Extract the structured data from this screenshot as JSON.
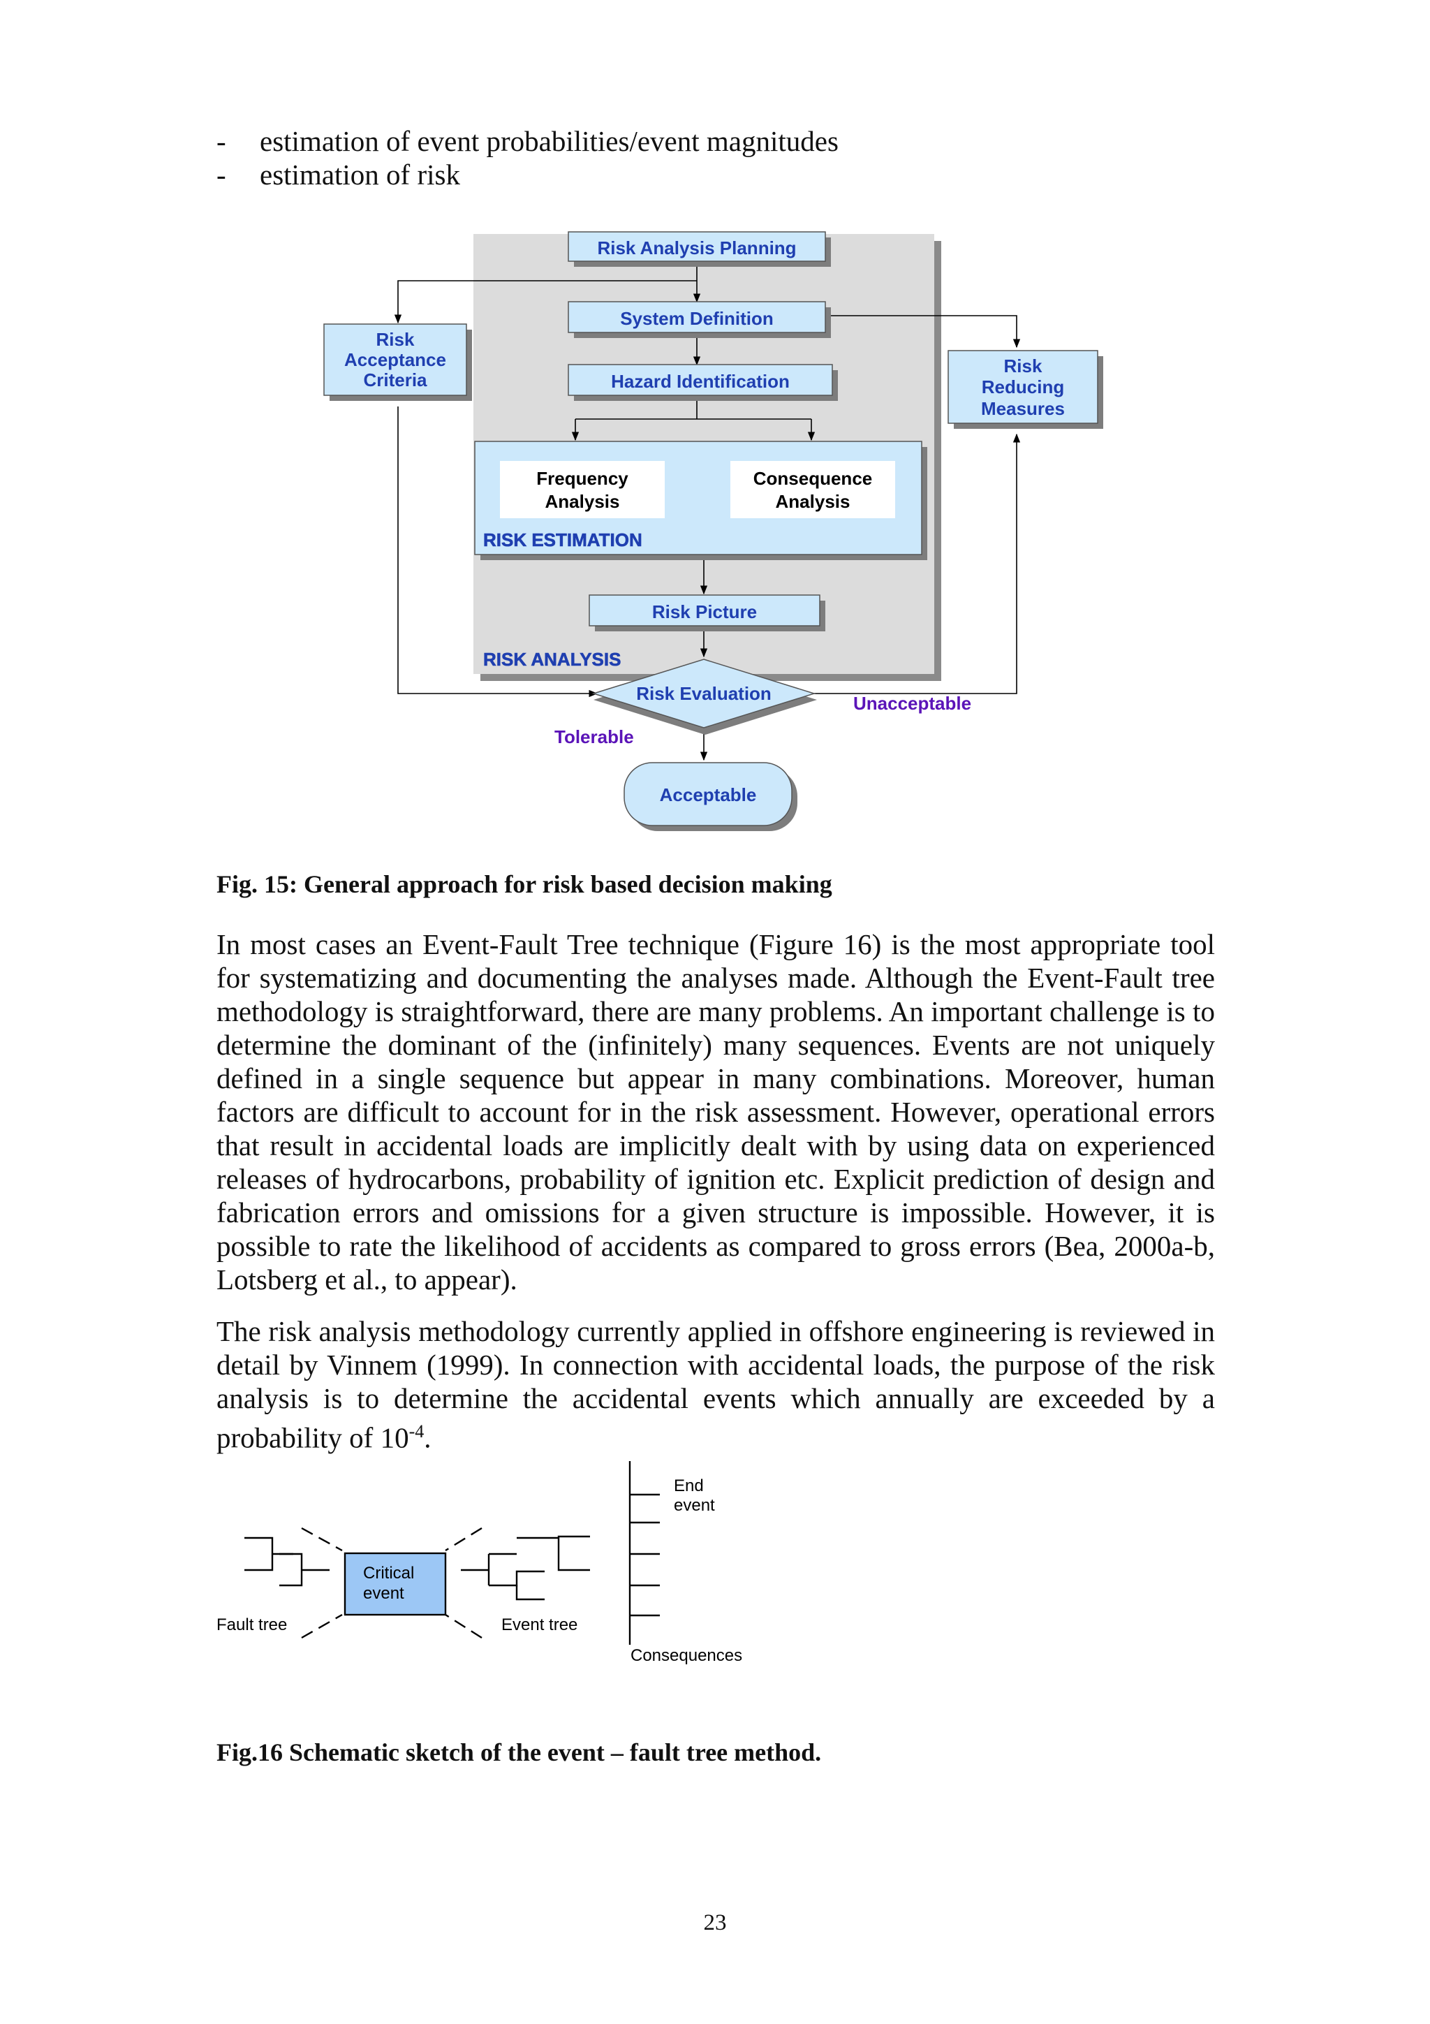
{
  "bullets": [
    {
      "dash": "-",
      "text": "estimation of event probabilities/event magnitudes"
    },
    {
      "dash": "-",
      "text": "estimation of risk"
    }
  ],
  "fig15": {
    "caption": "Fig. 15:  General approach for risk based decision making",
    "risk_analysis_planning": "Risk Analysis Planning",
    "system_definition": "System Definition",
    "hazard_identification": "Hazard Identification",
    "risk_acceptance_criteria": [
      "Risk",
      "Acceptance",
      "Criteria"
    ],
    "risk_reducing_measures": [
      "Risk",
      "Reducing",
      "Measures"
    ],
    "frequency_analysis": [
      "Frequency",
      "Analysis"
    ],
    "consequence_analysis": [
      "Consequence",
      "Analysis"
    ],
    "risk_estimation_label": "RISK ESTIMATION",
    "risk_picture": "Risk Picture",
    "risk_analysis_label": "RISK ANALYSIS",
    "risk_evaluation": "Risk Evaluation",
    "unacceptable": "Unacceptable",
    "tolerable": "Tolerable",
    "acceptable": "Acceptable"
  },
  "paragraphs": [
    "In most cases an Event-Fault Tree technique (Figure 16) is the most appropriate tool for systematizing and documenting the analyses made. Although the Event-Fault tree methodology is straightforward, there are many problems.  An important challenge is to determine the dominant of the (infinitely) many sequences. Events are not uniquely defined in a single sequence but appear in many combinations. Moreover, human factors are difficult to account for in the risk assessment. However, operational errors that result in accidental loads are implicitly dealt with by using data on experienced releases of hydrocarbons, probability of ignition etc. Explicit prediction of design and fabrication errors and omissions for a given structure is impossible. However, it is possible to rate the likelihood of accidents as compared to gross errors (Bea, 2000a-b, Lotsberg et al., to appear).",
    {
      "before": "The risk analysis methodology currently applied in offshore engineering is reviewed in detail by Vinnem (1999). In connection with accidental loads, the purpose of the risk analysis is to determine the accidental events which annually are exceeded by a probability of 10",
      "sup": "-4",
      "after": "."
    }
  ],
  "fig16": {
    "caption": "Fig.16   Schematic sketch of the event – fault tree method.",
    "end_event": [
      "End",
      "event"
    ],
    "critical_event": [
      "Critical",
      "event"
    ],
    "fault_tree": "Fault tree",
    "event_tree": "Event tree",
    "consequences": "Consequences"
  },
  "page_number": "23",
  "colors": {
    "box_fill": "#cce8fb",
    "box_text": "#1f3fb0",
    "analysis_bg": "#dcdcdc",
    "status_text": "#5b14b8",
    "critical_fill": "#9cc7f5"
  }
}
